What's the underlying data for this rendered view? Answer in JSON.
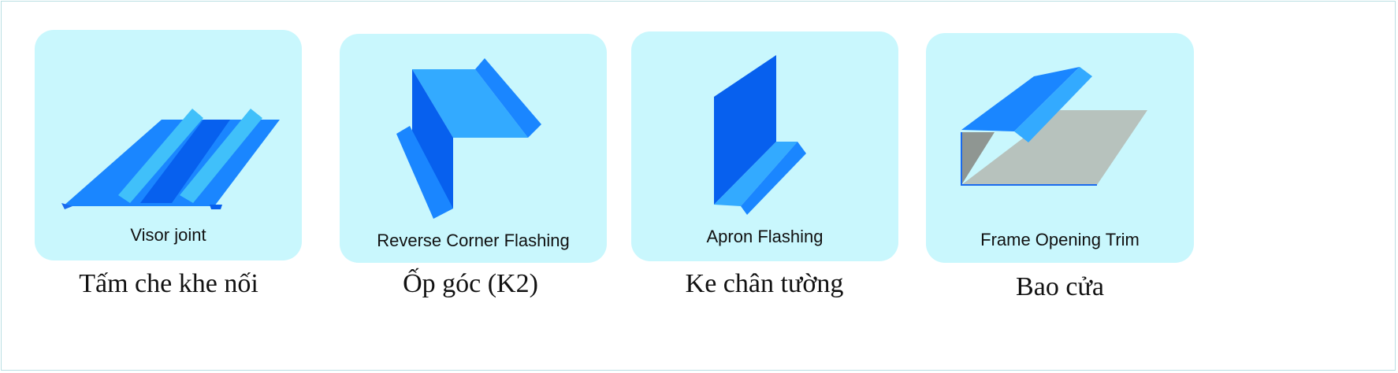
{
  "products": [
    {
      "label": "Visor joint",
      "caption": "Tấm che khe nối"
    },
    {
      "label": "Reverse Corner Flashing",
      "caption": "Ốp góc (K2)"
    },
    {
      "label": "Apron Flashing",
      "caption": "Ke chân tường"
    },
    {
      "label": "Frame Opening Trim",
      "caption": "Bao cửa"
    }
  ],
  "colors": {
    "card": "#c9f7fd",
    "blue": "#1a86ff",
    "light_blue": "#33aaff",
    "dark_blue": "#0760ee",
    "gray": "#b7c2bd"
  }
}
